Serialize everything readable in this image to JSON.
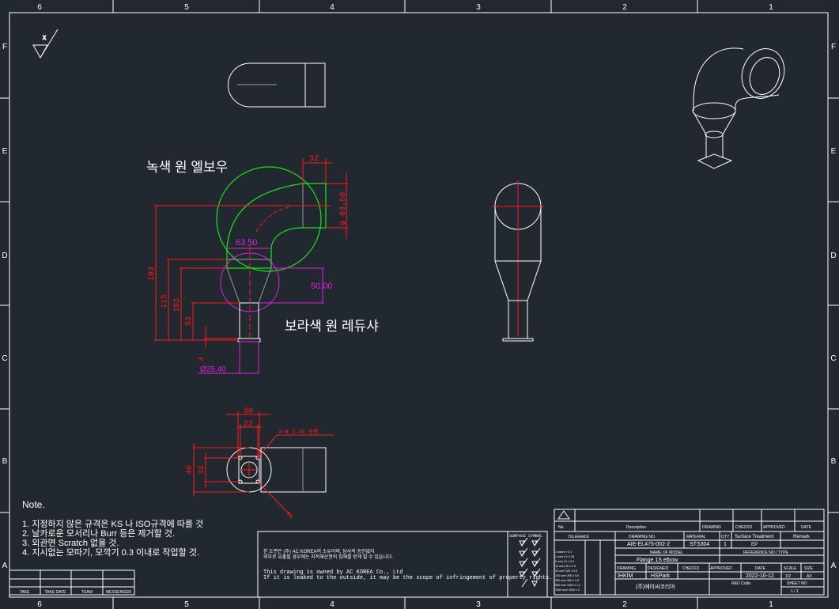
{
  "frame": {
    "columns": [
      "6",
      "5",
      "4",
      "3",
      "2",
      "1"
    ],
    "rows": [
      "F",
      "E",
      "D",
      "C",
      "B",
      "A"
    ]
  },
  "surface_mark": {
    "label": "X"
  },
  "labels": {
    "elbow": "녹색 원 엘보우",
    "reducer": "보라색 원 레듀샤"
  },
  "dimensions": {
    "d32": "32",
    "d6350": "φ 63.50",
    "d6350h": "63.50",
    "d5000": "50.00",
    "d193": "193",
    "d115": "115",
    "d103": "103",
    "d53": "53",
    "d3": "3",
    "d2540": "Ø25.40",
    "d30": "30",
    "d22": "22",
    "d40": "40",
    "d32b": "32",
    "holes": "4-Ø  3.40 관통",
    "r5": "R5"
  },
  "notes": {
    "title": "Note.",
    "items": [
      "1. 지정하지 않은 규격은 KS 나 ISO규격에 따를 것",
      "2. 날카로운 모서리나 Burr 등은 제거할 것.",
      "3. 외관면 Scratch 없을 것.",
      "4. 지시없는 모따기, 모깍기 0.3 이내로 작업할 것."
    ]
  },
  "routing": {
    "headers": [
      "TAKE",
      "TAKE DATE",
      "TEAM",
      "MESSENGER"
    ]
  },
  "copyright": {
    "ko1": "본 도면은 (주) AC KOREA의 소유이며, 당사의 승인없이",
    "ko2": "외부로 유출될 경우에는 지적재산권의 침해를 받게 될 수 있습니다.",
    "en1": "This drawing is owned by AC KOREA Co., Ltd",
    "en2": "If it is leaked to the outside, it may be the scope of infringement of property rights."
  },
  "surface_symbol": {
    "title": "SURFACE SYMBOL"
  },
  "title_block": {
    "revision": {
      "no": "No.",
      "description": "Description",
      "drawing": "DRAWING",
      "checked": "CHECKD",
      "approved": "APPROVED",
      "date": "DATE"
    },
    "tolerance": {
      "title": "TOLERANCE",
      "rows": [
        "1 under ± 0.1",
        "1 over 6 ± 0.05",
        "6 over 10 ± 0.2",
        "10 over 30 ± 0.3",
        "30 over 100 ± 0.5",
        "100 over 250 ± 0.6",
        "250 over 500 ± 0.8",
        "500 over 1000 ± 1.2",
        "1000 over 2000 ± 2"
      ]
    },
    "drawing_no_label": "DRAWING NO.",
    "drawing_no": "AIE-EL475-002-2",
    "material_label": "MATERIAL",
    "material": "STS304",
    "qty_label": "QTY",
    "qty": "1",
    "surface_label": "Surface Treatment",
    "surface": "EP",
    "remark_label": "Remark",
    "model_label": "NAME OF MODEL",
    "model": "Flange 1S elbow",
    "reference_label": "REFERENCE NO / TYPE",
    "drawing_label": "DRAWING",
    "drawn_by": "IHKIM",
    "designed_label": "DESIGNED",
    "designed_by": "HSPark",
    "checked_label": "CHECKD",
    "approved_label": "APPROVED",
    "date_label": "DATE",
    "date": "2022-10-12",
    "scale_label": "SCALE",
    "scale": "1/2",
    "size_label": "SIZE",
    "size": "A3",
    "company": "(주)에이씨코리아",
    "rd_label": "R&D Code.",
    "sheet_label": "SHEET NO",
    "sheet": "1  /  1"
  }
}
